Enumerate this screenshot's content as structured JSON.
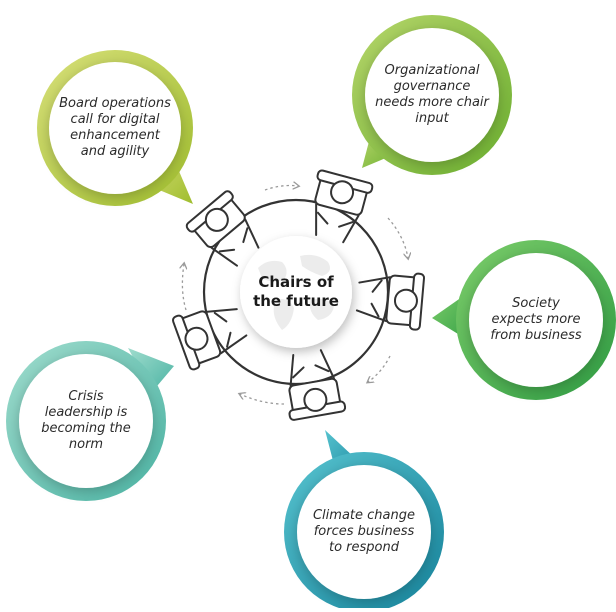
{
  "center": {
    "title": "Chairs of the future"
  },
  "bubbles": [
    {
      "id": "board-operations",
      "text": "Board operations call for digital enhancement and agility",
      "color": "#a8c23a"
    },
    {
      "id": "organizational-governance",
      "text": "Organizational governance needs more chair input",
      "color": "#79b83a"
    },
    {
      "id": "society-expects",
      "text": "Society expects more from business",
      "color": "#3fa84a"
    },
    {
      "id": "crisis-leadership",
      "text": "Crisis leadership is becoming the norm",
      "color": "#5dbcae"
    },
    {
      "id": "climate-change",
      "text": "Climate change forces business to respond",
      "color": "#1f93a8"
    }
  ],
  "colors": {
    "chair_outline": "#333333",
    "arrow": "#9a9a9a",
    "bubble_fill": "#ffffff"
  }
}
